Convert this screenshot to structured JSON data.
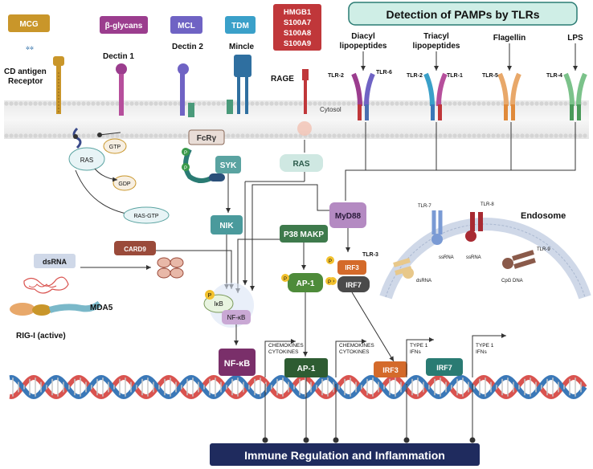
{
  "title_box": {
    "text": "Detection of PAMPs by TLRs"
  },
  "footer_banner": {
    "text": "Immune Regulation and Inflammation"
  },
  "ligand_tags": {
    "mcg": "MCG",
    "beta_glycans": "β-glycans",
    "mcl": "MCL",
    "tdm": "TDM",
    "hmgb1": [
      "HMGB1",
      "S100A7",
      "S100A8",
      "S100A9"
    ]
  },
  "receptors": {
    "cd_antigen": [
      "CD antigen",
      "Receptor"
    ],
    "dectin1": "Dectin 1",
    "dectin2": "Dectin 2",
    "mincle": "Mincle",
    "rage": "RAGE",
    "cytosol": "Cytosol"
  },
  "tlr_ligands": {
    "diacyl": [
      "Diacyl",
      "lipopeptides"
    ],
    "triacyl": [
      "Triacyl",
      "lipopeptides"
    ],
    "flagellin": "Flagellin",
    "lps": "LPS"
  },
  "tlr_labels": {
    "tlr2a": "TLR-2",
    "tlr6": "TLR-6",
    "tlr2b": "TLR-2",
    "tlr1": "TLR-1",
    "tlr5": "TLR-5",
    "tlr4": "TLR-4",
    "tlr3": "TLR-3",
    "tlr7": "TLR-7",
    "tlr8": "TLR-8",
    "tlr9": "TLR-9"
  },
  "endosome": {
    "title": "Endosome",
    "ssrna1": "ssRNA",
    "ssrna2": "ssRNA",
    "dsrna": "dsRNA",
    "cpg": "CpG DNA"
  },
  "signaling": {
    "ras_small": "RAS",
    "gtp": "GTP",
    "gdp": "GDP",
    "ras_gtp": "RAS-GTP",
    "fcry": "FcRγ",
    "syk": "SYK",
    "ras_big": "RAS",
    "nik": "NIK",
    "myd88": "MyD88",
    "p38": "P38 MAKP",
    "card9": "CARD9",
    "dsrna": "dsRNA",
    "mda5": "MDA5",
    "rigi": "RIG-I (active)",
    "ikb": "IκB",
    "nfkb_small": "NF-κB",
    "irf3": "IRF3",
    "irf7": "IRF7",
    "ap1": "AP-1",
    "p": "P"
  },
  "nucleus": {
    "nfkb": "NF-κB",
    "ap1": "AP-1",
    "irf3": "IRF3",
    "irf7": "IRF7",
    "chemokines1": [
      "CHEMOKINES",
      "CYTOKINES"
    ],
    "chemokines2": [
      "CHEMOKINES",
      "CYTOKINES"
    ],
    "type1a": [
      "TYPE 1",
      "IFNs"
    ],
    "type1b": [
      "TYPE 1",
      "IFNs"
    ]
  },
  "colors": {
    "mcg": "#c9962a",
    "beta_glycans": "#9b3d8e",
    "mcl": "#6f63c4",
    "tdm": "#3aa0c9",
    "hmgb1": "#c0373a",
    "title_bg": "#cfeee6",
    "banner": "#1f2b5e",
    "syk": "#5aa3a1",
    "nik": "#4a9a9c",
    "myd88": "#b48ac2",
    "p38": "#3e7a4c",
    "ap1": "#4e8b3a",
    "irf3": "#d46a2a",
    "irf7": "#4a4a4a",
    "nfkb": "#7a2f6a",
    "dark_green": "#2e5c32",
    "teal": "#2a7b73",
    "dna_red": "#d9534f",
    "dna_blue": "#3a78b8",
    "phospho": "#f2c12e"
  }
}
